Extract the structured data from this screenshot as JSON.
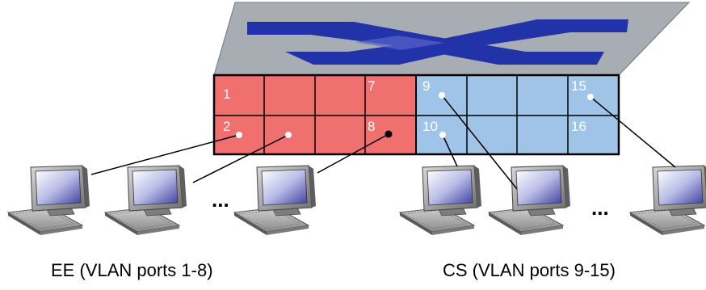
{
  "switch": {
    "ports": {
      "p1": "1",
      "p2": "2",
      "p7": "7",
      "p8": "8",
      "p9": "9",
      "p10": "10",
      "p15": "15",
      "p16": "16"
    }
  },
  "ellipses": {
    "left": "...",
    "right": "..."
  },
  "captions": {
    "ee": "EE (VLAN ports 1-8)",
    "cs": "CS (VLAN ports 9-15)"
  },
  "colors": {
    "ee_vlan": "#f07070",
    "cs_vlan": "#a0c4e8",
    "switch_top": "#a8adb3",
    "crossbar": "#2233aa",
    "link": "#000000"
  }
}
